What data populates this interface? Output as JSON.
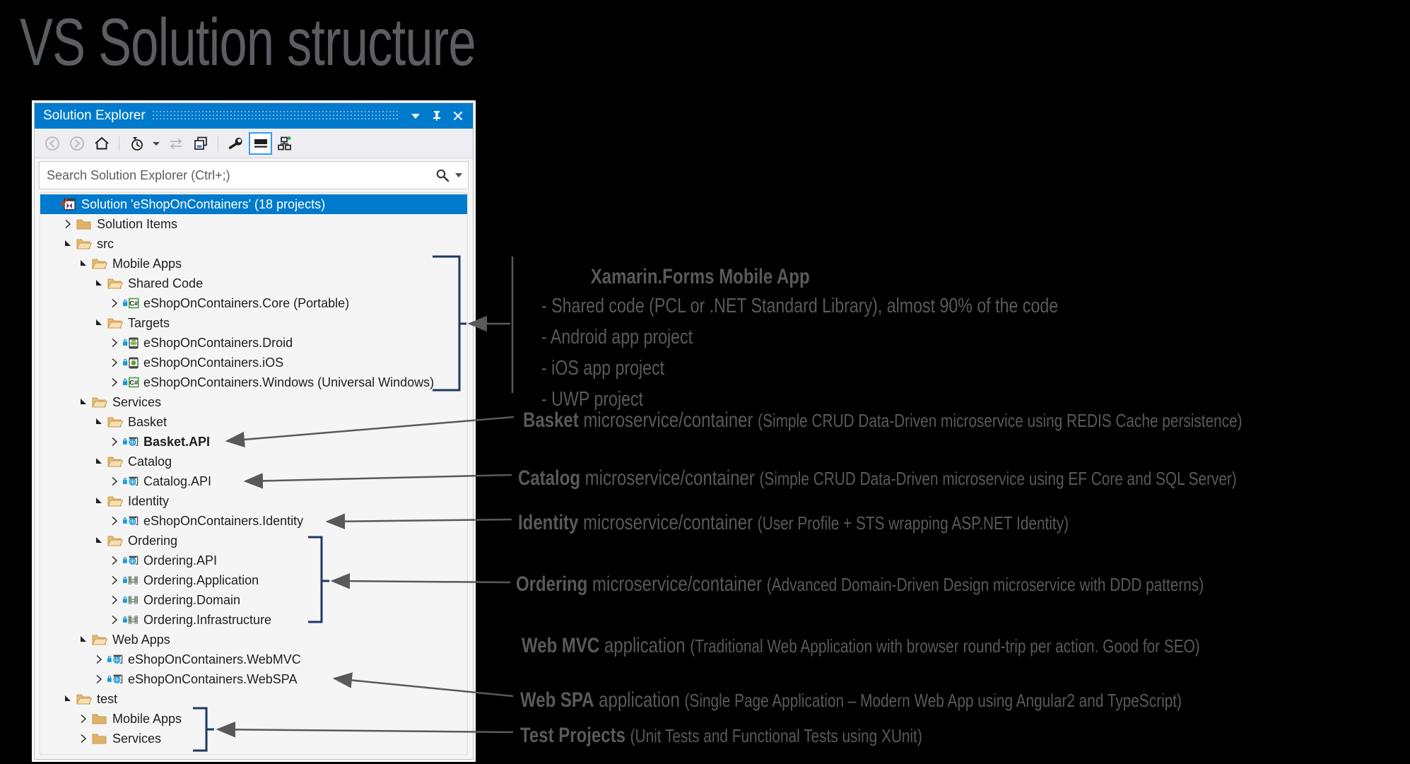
{
  "slide": {
    "title": "VS Solution structure",
    "background": "#000000",
    "text_color": "#58595b"
  },
  "solution_explorer": {
    "window_title": "Solution Explorer",
    "accent_color": "#007acc",
    "titlebar_buttons": [
      {
        "name": "window-menu-dropdown",
        "glyph": "▼"
      },
      {
        "name": "pin",
        "glyph": "⚐"
      },
      {
        "name": "close",
        "glyph": "✕"
      }
    ],
    "toolbar": [
      {
        "name": "back",
        "label": "Back",
        "enabled": false
      },
      {
        "name": "forward",
        "label": "Forward",
        "enabled": false
      },
      {
        "name": "home",
        "label": "Home",
        "enabled": true
      },
      {
        "name": "pending-changes-filter",
        "label": "Pending Changes Filter",
        "enabled": true
      },
      {
        "name": "sync-with-active-document",
        "label": "Sync with Active Document",
        "enabled": false
      },
      {
        "name": "collapse-all",
        "label": "Collapse All",
        "enabled": true
      },
      {
        "name": "properties",
        "label": "Properties",
        "enabled": true
      },
      {
        "name": "preview-selected-items",
        "label": "Preview Selected Items",
        "enabled": true,
        "selected": true
      },
      {
        "name": "show-all-files",
        "label": "Show All Files",
        "enabled": true
      }
    ],
    "search": {
      "placeholder": "Search Solution Explorer (Ctrl+;)",
      "icon": "search-icon",
      "dropdown": "chevron-down-icon"
    },
    "tree": [
      {
        "label": "Solution 'eShopOnContainers' (18 projects)",
        "indent": 0,
        "icon": "solution-icon",
        "expander": "none",
        "selected": true,
        "bold": false
      },
      {
        "label": "Solution Items",
        "indent": 1,
        "icon": "folder-closed-icon",
        "expander": "collapsed",
        "selected": false,
        "bold": false
      },
      {
        "label": "src",
        "indent": 1,
        "icon": "folder-open-icon",
        "expander": "expanded",
        "selected": false,
        "bold": false
      },
      {
        "label": "Mobile Apps",
        "indent": 2,
        "icon": "folder-open-icon",
        "expander": "expanded",
        "selected": false,
        "bold": false
      },
      {
        "label": "Shared Code",
        "indent": 3,
        "icon": "folder-open-icon",
        "expander": "expanded",
        "selected": false,
        "bold": false
      },
      {
        "label": "eShopOnContainers.Core (Portable)",
        "indent": 4,
        "icon": "csharp-project-icon",
        "expander": "collapsed",
        "locked": true,
        "selected": false,
        "bold": false
      },
      {
        "label": "Targets",
        "indent": 3,
        "icon": "folder-open-icon",
        "expander": "expanded",
        "selected": false,
        "bold": false
      },
      {
        "label": "eShopOnContainers.Droid",
        "indent": 4,
        "icon": "android-project-icon",
        "expander": "collapsed",
        "locked": true,
        "selected": false,
        "bold": false
      },
      {
        "label": "eShopOnContainers.iOS",
        "indent": 4,
        "icon": "ios-project-icon",
        "expander": "collapsed",
        "locked": true,
        "selected": false,
        "bold": false
      },
      {
        "label": "eShopOnContainers.Windows (Universal Windows)",
        "indent": 4,
        "icon": "csharp-project-icon",
        "expander": "collapsed",
        "locked": true,
        "selected": false,
        "bold": false
      },
      {
        "label": "Services",
        "indent": 2,
        "icon": "folder-open-icon",
        "expander": "expanded",
        "selected": false,
        "bold": false
      },
      {
        "label": "Basket",
        "indent": 3,
        "icon": "folder-open-icon",
        "expander": "expanded",
        "selected": false,
        "bold": false
      },
      {
        "label": "Basket.API",
        "indent": 4,
        "icon": "web-project-icon",
        "expander": "collapsed",
        "locked": true,
        "selected": false,
        "bold": true
      },
      {
        "label": "Catalog",
        "indent": 3,
        "icon": "folder-open-icon",
        "expander": "expanded",
        "selected": false,
        "bold": false
      },
      {
        "label": "Catalog.API",
        "indent": 4,
        "icon": "web-project-icon",
        "expander": "collapsed",
        "locked": true,
        "selected": false,
        "bold": false
      },
      {
        "label": "Identity",
        "indent": 3,
        "icon": "folder-open-icon",
        "expander": "expanded",
        "selected": false,
        "bold": false
      },
      {
        "label": "eShopOnContainers.Identity",
        "indent": 4,
        "icon": "web-project-icon",
        "expander": "collapsed",
        "locked": true,
        "selected": false,
        "bold": false
      },
      {
        "label": "Ordering",
        "indent": 3,
        "icon": "folder-open-icon",
        "expander": "expanded",
        "selected": false,
        "bold": false
      },
      {
        "label": "Ordering.API",
        "indent": 4,
        "icon": "web-project-icon",
        "expander": "collapsed",
        "locked": true,
        "selected": false,
        "bold": false
      },
      {
        "label": "Ordering.Application",
        "indent": 4,
        "icon": "class-library-icon",
        "expander": "collapsed",
        "locked": true,
        "selected": false,
        "bold": false
      },
      {
        "label": "Ordering.Domain",
        "indent": 4,
        "icon": "class-library-icon",
        "expander": "collapsed",
        "locked": true,
        "selected": false,
        "bold": false
      },
      {
        "label": "Ordering.Infrastructure",
        "indent": 4,
        "icon": "class-library-icon",
        "expander": "collapsed",
        "locked": true,
        "selected": false,
        "bold": false
      },
      {
        "label": "Web Apps",
        "indent": 2,
        "icon": "folder-open-icon",
        "expander": "expanded",
        "selected": false,
        "bold": false
      },
      {
        "label": "eShopOnContainers.WebMVC",
        "indent": 3,
        "icon": "web-project-icon",
        "expander": "collapsed",
        "locked": true,
        "selected": false,
        "bold": false
      },
      {
        "label": "eShopOnContainers.WebSPA",
        "indent": 3,
        "icon": "web-project-icon",
        "expander": "collapsed",
        "locked": true,
        "selected": false,
        "bold": false
      },
      {
        "label": "test",
        "indent": 1,
        "icon": "folder-open-icon",
        "expander": "expanded",
        "selected": false,
        "bold": false
      },
      {
        "label": "Mobile Apps",
        "indent": 2,
        "icon": "folder-closed-icon",
        "expander": "collapsed",
        "selected": false,
        "bold": false
      },
      {
        "label": "Services",
        "indent": 2,
        "icon": "folder-closed-icon",
        "expander": "collapsed",
        "selected": false,
        "bold": false
      }
    ]
  },
  "annotations": {
    "xamarin": {
      "heading": "Xamarin.Forms Mobile App",
      "bullets": [
        "- Shared code (PCL or .NET Standard Library), almost 90% of the code",
        "- Android app project",
        "- iOS app project",
        "- UWP project"
      ]
    },
    "callouts": [
      {
        "name": "basket",
        "bold": "Basket",
        "mid": " microservice/container ",
        "paren": "(Simple CRUD Data-Driven microservice using REDIS Cache persistence)"
      },
      {
        "name": "catalog",
        "bold": "Catalog",
        "mid": " microservice/container ",
        "paren": "(Simple CRUD Data-Driven microservice using EF Core and SQL Server)"
      },
      {
        "name": "identity",
        "bold": "Identity",
        "mid": " microservice/container ",
        "paren": "(User Profile + STS wrapping ASP.NET Identity)"
      },
      {
        "name": "ordering",
        "bold": "Ordering",
        "mid": " microservice/container ",
        "paren": "(Advanced Domain-Driven Design microservice with DDD patterns)"
      },
      {
        "name": "web-mvc",
        "bold": "Web MVC",
        "mid": " application ",
        "paren": "(Traditional Web Application with browser round-trip per action. Good for SEO)"
      },
      {
        "name": "web-spa",
        "bold": "Web SPA",
        "mid": " application ",
        "paren": "(Single Page Application – Modern Web App using Angular2 and TypeScript)"
      },
      {
        "name": "test-projects",
        "bold": "Test Projects",
        "mid": " ",
        "paren": "(Unit Tests and Functional Tests using XUnit)"
      }
    ],
    "bracket_color": "#1f3864",
    "leader_color": "#595959"
  }
}
